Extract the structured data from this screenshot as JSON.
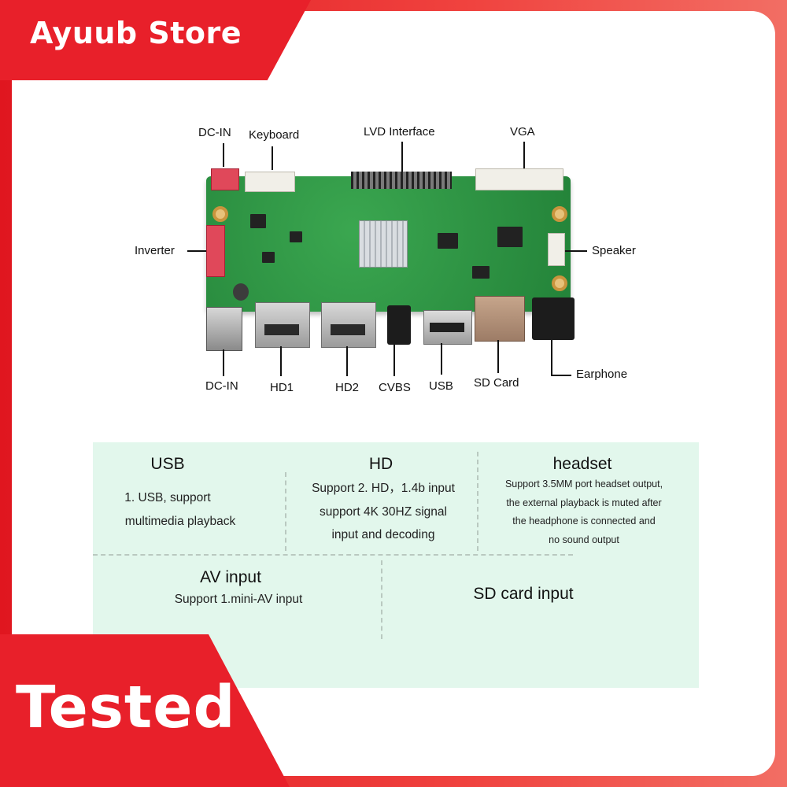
{
  "brand": "Ayuub Store",
  "badge": "Tested",
  "board_labels": {
    "dc_in_top": "DC-IN",
    "keyboard": "Keyboard",
    "lvd_interface": "LVD Interface",
    "vga": "VGA",
    "inverter": "Inverter",
    "speaker": "Speaker",
    "dc_in_bottom": "DC-IN",
    "hd1": "HD1",
    "hd2": "HD2",
    "cvbs": "CVBS",
    "usb": "USB",
    "sd_card": "SD Card",
    "earphone": "Earphone"
  },
  "features": {
    "usb": {
      "title": "USB",
      "lines": [
        "1. USB, support",
        "multimedia playback"
      ]
    },
    "hd": {
      "title": "HD",
      "lines": [
        "Support 2. HD，1.4b input",
        "support 4K 30HZ signal",
        "input and decoding"
      ]
    },
    "headset": {
      "title": "headset",
      "lines": [
        "Support 3.5MM port headset output,",
        "the external playback is muted after",
        "the headphone is connected and",
        "no sound output"
      ]
    },
    "av": {
      "title": "AV input",
      "lines": [
        "Support 1.mini-AV input"
      ]
    },
    "sd": {
      "title": "SD card input"
    }
  },
  "colors": {
    "frame": "#e8202a",
    "panel": "#e2f7ec",
    "pcb": "#2f9a45"
  }
}
